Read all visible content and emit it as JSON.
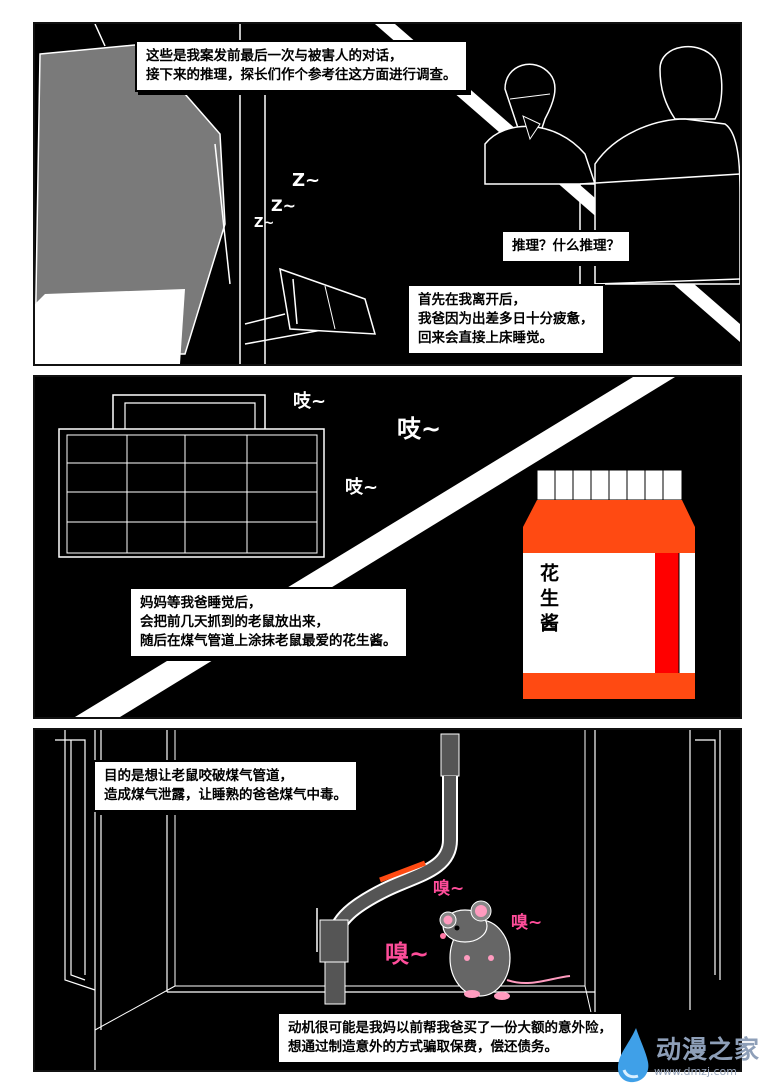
{
  "panels": [
    {
      "captions": {
        "intro": "这些是我案发前最后一次与被害人的对话，\n接下来的推理，探长们作个参考往这方面进行调查。",
        "question": "推理？什么推理？",
        "first": "首先在我离开后，\n我爸因为出差多日十分疲惫，\n回来会直接上床睡觉。"
      },
      "sfx": [
        "Z~",
        "Z~",
        "Z~"
      ]
    },
    {
      "captions": {
        "mom": "妈妈等我爸睡觉后，\n会把前几天抓到的老鼠放出来，\n随后在煤气管道上涂抹老鼠最爱的花生酱。"
      },
      "sfx": [
        "吱~",
        "吱~",
        "吱~"
      ],
      "jar_label": "花生酱"
    },
    {
      "captions": {
        "goal": "目的是想让老鼠咬破煤气管道，\n造成煤气泄露，让睡熟的爸爸煤气中毒。",
        "motive": "动机很可能是我妈以前帮我爸买了一份大额的意外险，\n想通过制造意外的方式骗取保费，偿还债务。"
      },
      "sfx": [
        "嗅~",
        "嗅~",
        "嗅~"
      ]
    }
  ],
  "watermark": {
    "title": "动漫之家",
    "url": "www.dmzj.com"
  },
  "colors": {
    "accent_orange": "#ff4a12",
    "jar_red": "#ff0000",
    "sniff_pink": "#ff4d9a"
  },
  "icons": [
    "water-drop-icon"
  ]
}
